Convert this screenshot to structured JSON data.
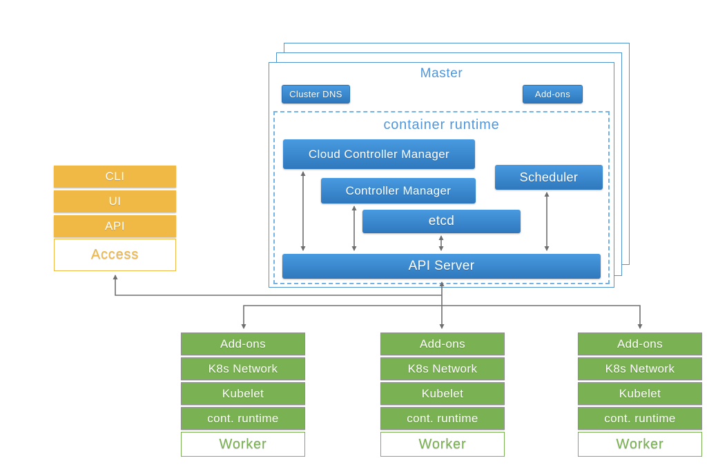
{
  "access": {
    "items": [
      "CLI",
      "UI",
      "API"
    ],
    "label": "Access"
  },
  "master": {
    "title": "Master",
    "cluster_dns_label": "Cluster DNS",
    "addons_label": "Add-ons",
    "container_runtime_title": "container runtime",
    "components": {
      "cloud_controller_manager": "Cloud Controller Manager",
      "controller_manager": "Controller Manager",
      "scheduler": "Scheduler",
      "etcd": "etcd",
      "api_server": "API Server"
    }
  },
  "workers": [
    {
      "items": [
        "Add-ons",
        "K8s Network",
        "Kubelet",
        "cont. runtime"
      ],
      "label": "Worker"
    },
    {
      "items": [
        "Add-ons",
        "K8s Network",
        "Kubelet",
        "cont. runtime"
      ],
      "label": "Worker"
    },
    {
      "items": [
        "Add-ons",
        "K8s Network",
        "Kubelet",
        "cont. runtime"
      ],
      "label": "Worker"
    }
  ],
  "colors": {
    "component_blue_top": "#489ae0",
    "component_blue_bottom": "#2f78bd",
    "master_border_blue": "#4e94d0",
    "title_text_blue": "#4f96da",
    "access_orange": "#f0b844",
    "worker_green": "#7ab152",
    "arrow_gray": "#6e6e6e"
  }
}
